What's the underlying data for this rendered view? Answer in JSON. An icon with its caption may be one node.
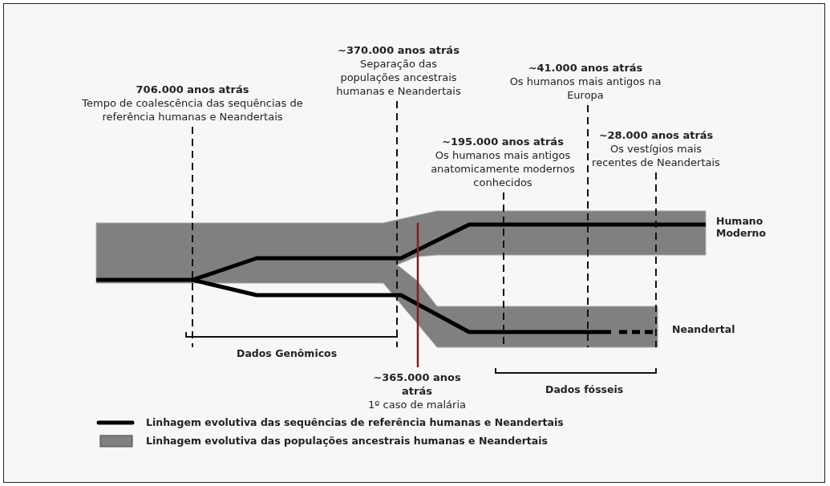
{
  "diagram": {
    "nodes": [
      {
        "text": [
          "706.000 anos atrás",
          "Tempo de coalescência das sequências de referência humanas e Neandertais"
        ]
      },
      {
        "text": [
          "~370.000 anos atrás",
          "Separação das populações ancestrais humanas e Neandertais"
        ]
      },
      {
        "text": [
          "~41.000 anos atrás",
          "Os humanos mais antigos na Europa"
        ]
      },
      {
        "text": [
          "~195.000 anos atrás",
          "Os humanos mais antigos anatomicamente modernos conhecidos"
        ]
      },
      {
        "text": [
          "~28.000 anos atrás",
          "Os vestígios mais recentes de Neandertais"
        ]
      },
      {
        "text": [
          "~365.000 anos atrás",
          "1º caso de malária"
        ]
      }
    ],
    "edges": [
      {
        "from": 0,
        "to": null,
        "arrow": "none",
        "style": "dashed"
      },
      {
        "from": 1,
        "to": null,
        "arrow": "none",
        "style": "dashed"
      },
      {
        "from": 2,
        "to": null,
        "arrow": "none",
        "style": "dashed"
      },
      {
        "from": 3,
        "to": null,
        "arrow": "none",
        "style": "dashed"
      },
      {
        "from": 4,
        "to": null,
        "arrow": "none",
        "style": "dashed"
      },
      {
        "from": 5,
        "to": null,
        "arrow": "none",
        "color": "#8b1a1a"
      }
    ],
    "labels": [
      "Humano Moderno",
      "Neandertal",
      "Dados Genômicos",
      "Dados fósseis"
    ],
    "legend": [
      {
        "text": "Linhagem evolutiva das sequências de referência humanas e Neandertais"
      },
      {
        "text": "Linhagem evolutiva das populações ancestrais humanas e Neandertais",
        "color": "#808080"
      }
    ]
  }
}
